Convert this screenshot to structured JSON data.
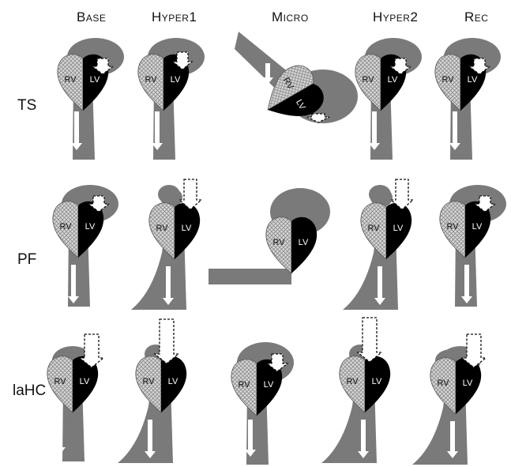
{
  "columns": [
    "Base",
    "Hyper1",
    "Micro",
    "Hyper2",
    "Rec"
  ],
  "rows": [
    "TS",
    "PF",
    "laHC"
  ],
  "ventricles": {
    "right": "RV",
    "left": "LV"
  },
  "colors": {
    "vessel": "#7a7a7a",
    "lv": "#000000",
    "rv_hatch": "#bcbcbc",
    "arrow_fill": "#ffffff",
    "text_dark": "#111111"
  },
  "icons": {
    "flow_arrow": "arrow-down-icon",
    "preload_arrow": "dashed-arrow-down-icon"
  }
}
